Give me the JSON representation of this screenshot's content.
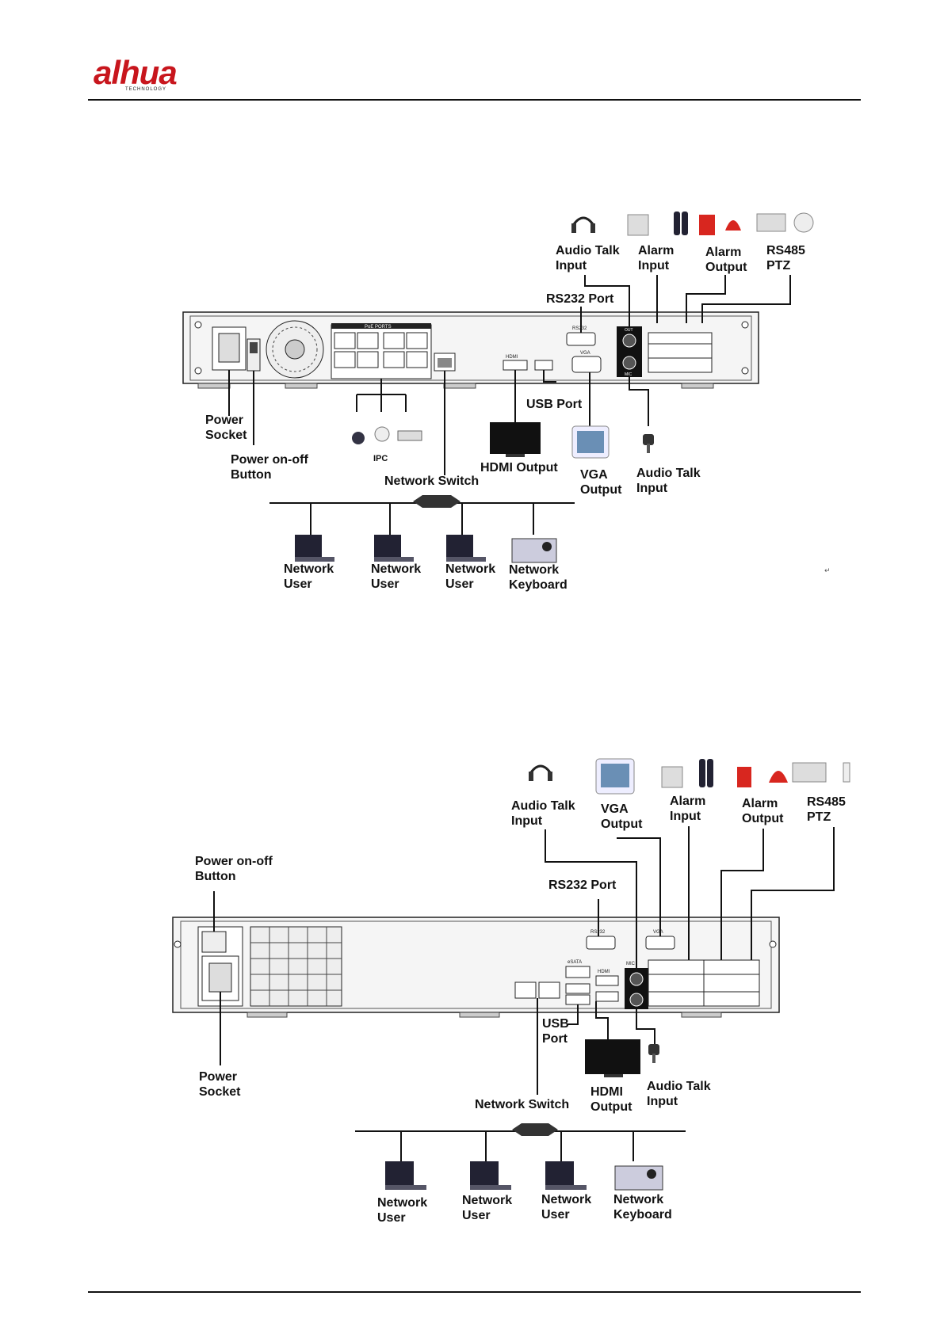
{
  "header": {
    "logo_text": "alhua",
    "logo_sub": "TECHNOLOGY"
  },
  "diagram1": {
    "labels": {
      "audio_talk_input_top": "Audio Talk\nInput",
      "alarm_input": "Alarm\nInput",
      "alarm_output": "Alarm\nOutput",
      "rs485_ptz": "RS485\nPTZ",
      "rs232_port": "RS232 Port",
      "power_socket": "Power\nSocket",
      "power_button": "Power on-off\nButton",
      "ipc": "IPC",
      "network_switch": "Network Switch",
      "hdmi_output": "HDMI Output",
      "usb_port": "USB Port",
      "vga_output": "VGA\nOutput",
      "audio_talk_input_bottom": "Audio Talk\nInput",
      "network_user_1": "Network\nUser",
      "network_user_2": "Network\nUser",
      "network_user_3": "Network\nUser",
      "network_keyboard": "Network\nKeyboard",
      "poe_ports": "PoE PORTS",
      "panel_rs232": "RS232",
      "panel_vga": "VGA",
      "panel_hdmi": "HDMI",
      "panel_mic": "MIC",
      "panel_out": "OUT"
    }
  },
  "diagram2": {
    "labels": {
      "audio_talk_input": "Audio Talk\nInput",
      "vga_output": "VGA\nOutput",
      "alarm_input": "Alarm\nInput",
      "alarm_output": "Alarm\nOutput",
      "rs485_ptz": "RS485\nPTZ",
      "power_button": "Power on-off\nButton",
      "rs232_port": "RS232 Port",
      "usb_port": "USB\nPort",
      "power_socket": "Power\nSocket",
      "network_switch": "Network Switch",
      "hdmi_output": "HDMI\nOutput",
      "audio_talk_output": "Audio Talk\nInput",
      "network_user_1": "Network\nUser",
      "network_user_2": "Network\nUser",
      "network_user_3": "Network\nUser",
      "network_keyboard": "Network\nKeyboard",
      "panel_rs232": "RS232",
      "panel_vga": "VGA",
      "panel_esata": "eSATA",
      "panel_hdmi": "HDMI",
      "panel_mic": "MIC"
    }
  },
  "colors": {
    "brand": "#c8161d",
    "line": "#111111",
    "panel": "#f2f2f2",
    "alarm_red": "#d8261f"
  }
}
